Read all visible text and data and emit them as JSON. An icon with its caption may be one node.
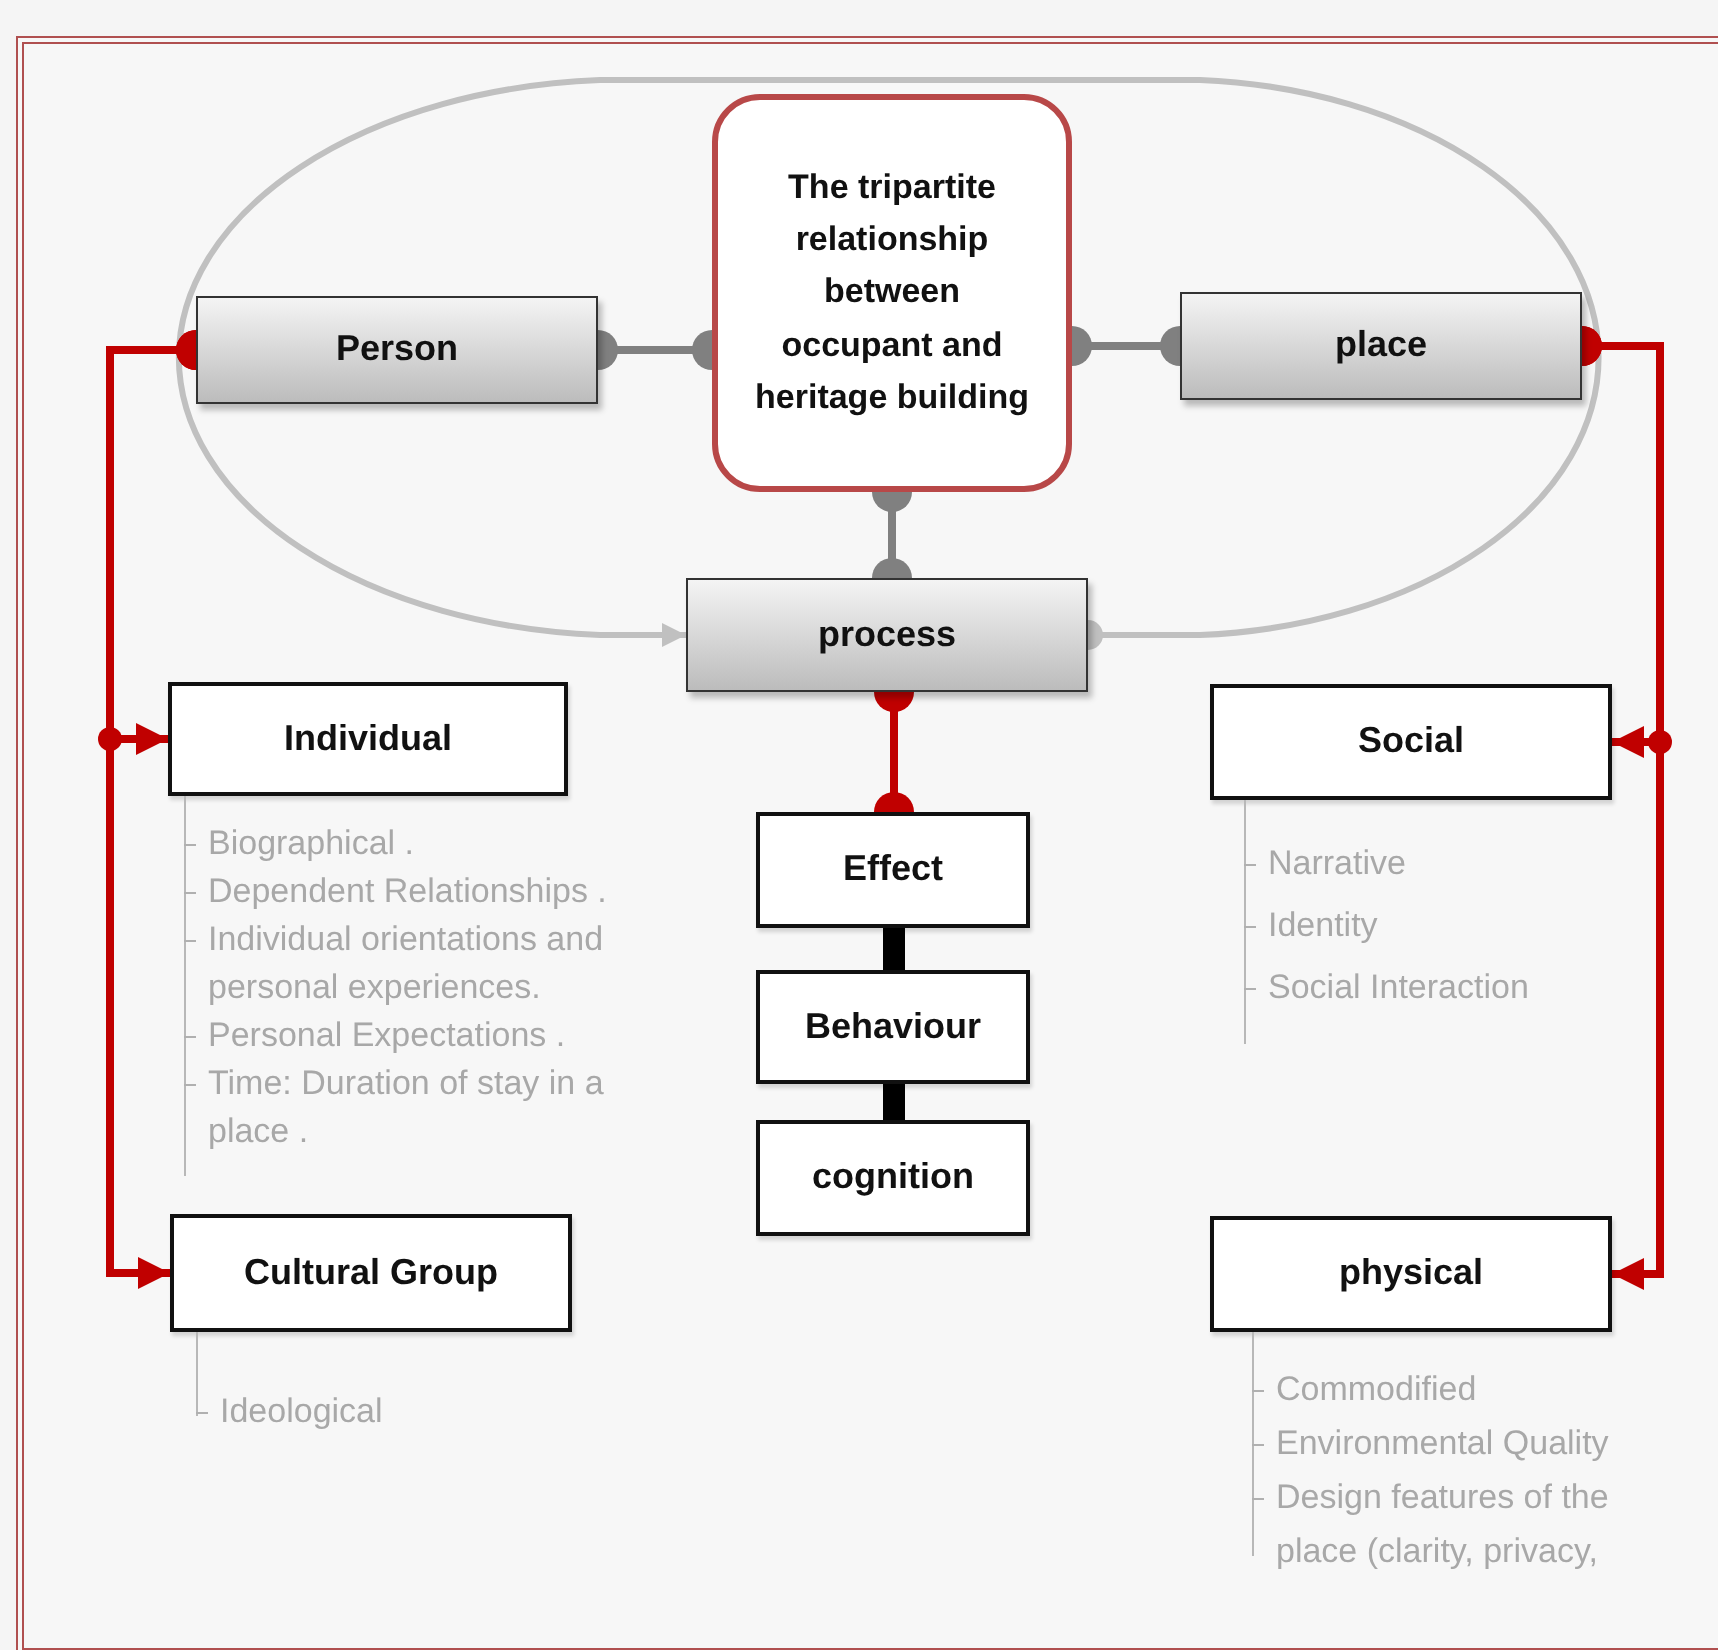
{
  "diagram": {
    "nodes": [
      {
        "text": [
          "Person"
        ]
      },
      {
        "text": [
          "The tripartite relationship between occupant and heritage building"
        ]
      },
      {
        "text": [
          "place"
        ]
      },
      {
        "text": [
          "process"
        ]
      },
      {
        "text": [
          "Individual"
        ],
        "beside": [
          "Biographical .",
          "Dependent Relationships .",
          "Individual orientations and personal experiences.",
          "Personal Expectations .",
          "Time: Duration of stay in a place ."
        ]
      },
      {
        "text": [
          "Social"
        ],
        "beside": [
          "Narrative",
          "Identity",
          "Social Interaction"
        ]
      },
      {
        "text": [
          "Effect"
        ]
      },
      {
        "text": [
          "Behaviour"
        ]
      },
      {
        "text": [
          "cognition"
        ]
      },
      {
        "text": [
          "Cultural Group"
        ],
        "beside": [
          "Ideological"
        ]
      },
      {
        "text": [
          "physical"
        ],
        "beside": [
          "Commodified",
          "Environmental Quality",
          "Design features of the place (clarity, privacy,"
        ]
      }
    ],
    "edges": [
      {
        "from": 0,
        "to": 1,
        "arrow": "other",
        "color": "#808080"
      },
      {
        "from": 1,
        "to": 2,
        "arrow": "other",
        "color": "#808080"
      },
      {
        "from": 1,
        "to": 3,
        "arrow": "other",
        "color": "#808080"
      },
      {
        "from": 3,
        "to": 3,
        "arrow": "to",
        "color": "#c0c0c0"
      },
      {
        "from": 0,
        "to": 4,
        "arrow": "to"
      },
      {
        "from": 0,
        "to": 9,
        "arrow": "to"
      },
      {
        "from": 2,
        "to": 5,
        "arrow": "to"
      },
      {
        "from": 2,
        "to": 10,
        "arrow": "to"
      },
      {
        "from": 3,
        "to": 6,
        "arrow": "other"
      },
      {
        "from": 6,
        "to": 7,
        "arrow": "none",
        "style": "thick",
        "color": "#000000"
      },
      {
        "from": 7,
        "to": 8,
        "arrow": "none",
        "style": "thick",
        "color": "#000000"
      }
    ]
  }
}
